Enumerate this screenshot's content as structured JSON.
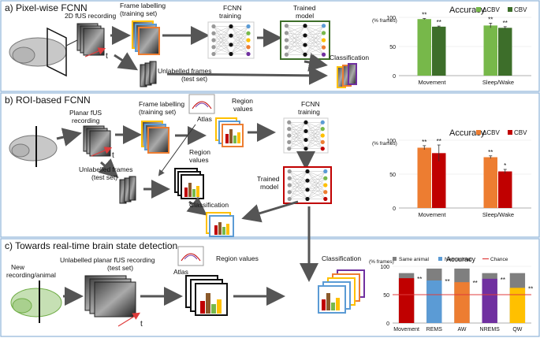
{
  "panels": {
    "a": {
      "title": "a) Pixel-wise FCNN",
      "recording_label": "2D fUS recording",
      "frame_labelling": [
        "Frame labelling",
        "(training set)"
      ],
      "unlabelled": [
        "Unlabelled frames",
        "(test set)"
      ],
      "fcnn": [
        "FCNN",
        "training"
      ],
      "trained": [
        "Trained",
        "model"
      ],
      "classification": "Classification",
      "time_label": "t"
    },
    "b": {
      "title": "b) ROI-based FCNN",
      "recording_label": [
        "Planar fUS",
        "recording"
      ],
      "frame_labelling": [
        "Frame labelling",
        "(training set)"
      ],
      "atlas": "Atlas",
      "region_values_top": [
        "Region",
        "values"
      ],
      "fcnn": [
        "FCNN",
        "training"
      ],
      "unlabelled": [
        "Unlabelled frames",
        "(test set)"
      ],
      "region_values_mid": [
        "Region",
        "values"
      ],
      "trained": [
        "Trained",
        "model"
      ],
      "classification": "Classification",
      "time_label": "t"
    },
    "c": {
      "title": "c) Towards real-time brain state detection",
      "new_recording": [
        "New",
        "recording/animal"
      ],
      "unlabelled": [
        "Unlabelled planar fUS recording",
        "(test set)"
      ],
      "atlas": "Atlas",
      "region_values": "Region values",
      "classification": "Classification",
      "time_label": "t"
    }
  },
  "colors": {
    "green_light": "#77b84a",
    "green_dark": "#3d6e2a",
    "orange": "#ed7d31",
    "red": "#c00000",
    "blue": "#5b9bd5",
    "purple": "#7030a0",
    "yellow": "#ffc000",
    "gray": "#7f7f7f",
    "panel_border": "#8fb4d9"
  },
  "chart_data": [
    {
      "type": "bar",
      "title": "Accuracy",
      "ylabel": "(% frames)",
      "ylim": [
        0,
        100
      ],
      "yticks": [
        0,
        50,
        100
      ],
      "legend_position": "top-right",
      "categories": [
        "Movement",
        "Sleep/Wake"
      ],
      "series": [
        {
          "name": "ΔCBV",
          "color": "#77b84a",
          "values": [
            97,
            86
          ],
          "errors": [
            1,
            4
          ],
          "annotations": [
            "**",
            "**"
          ]
        },
        {
          "name": "CBV",
          "color": "#3d6e2a",
          "values": [
            84,
            82
          ],
          "errors": [
            1,
            2
          ],
          "annotations": [
            "**",
            "**"
          ]
        }
      ]
    },
    {
      "type": "bar",
      "title": "Accuracy",
      "ylabel": "(% frames)",
      "ylim": [
        0,
        100
      ],
      "yticks": [
        0,
        50,
        100
      ],
      "legend_position": "top-right",
      "categories": [
        "Movement",
        "Sleep/Wake"
      ],
      "series": [
        {
          "name": "ΔCBV",
          "color": "#ed7d31",
          "values": [
            89,
            75
          ],
          "errors": [
            3,
            2
          ],
          "annotations": [
            "**",
            "**"
          ]
        },
        {
          "name": "CBV",
          "color": "#c00000",
          "values": [
            81,
            54
          ],
          "errors": [
            12,
            3
          ],
          "annotations": [
            "**",
            "*"
          ]
        }
      ]
    },
    {
      "type": "bar",
      "title": "Accuracy",
      "ylabel": "(% frames)",
      "ylim": [
        0,
        100
      ],
      "yticks": [
        0,
        50,
        100
      ],
      "legend_position": "top",
      "categories": [
        "Movement",
        "REMS",
        "AW",
        "NREMS",
        "QW"
      ],
      "series": [
        {
          "name": "Same animal",
          "color": "#7f7f7f",
          "values": [
            88,
            96,
            96,
            88,
            88
          ]
        },
        {
          "name": "New animal",
          "color": "#5b9bd5",
          "values": [
            79,
            75,
            72,
            78,
            62
          ],
          "bar_colors": [
            "#c00000",
            "#5b9bd5",
            "#ed7d31",
            "#7030a0",
            "#ffc000"
          ],
          "annotations": [
            "**",
            "**",
            "**",
            "**",
            "**"
          ]
        }
      ],
      "reference_lines": [
        {
          "name": "Chance",
          "color": "#e03c3c",
          "value": 50
        }
      ]
    }
  ]
}
